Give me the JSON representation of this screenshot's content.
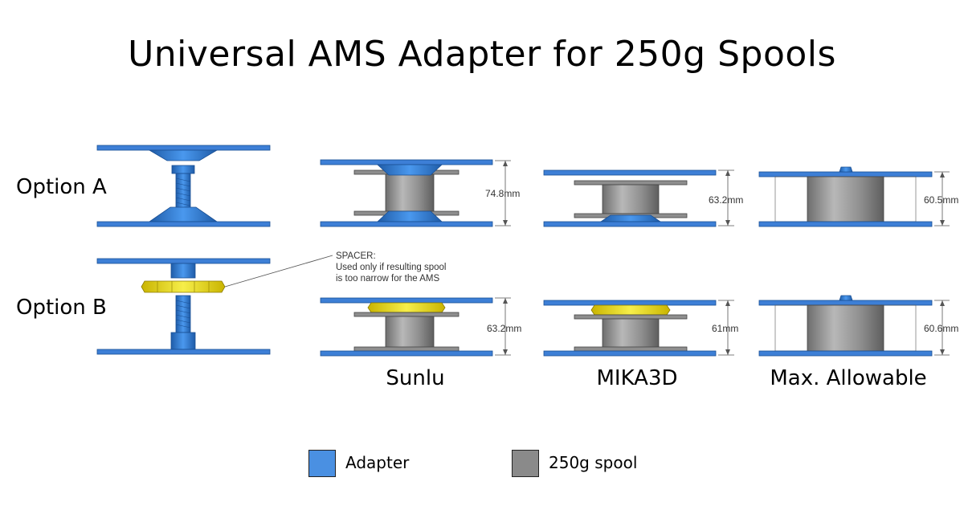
{
  "title": "Universal AMS Adapter for 250g Spools",
  "options": {
    "a": "Option A",
    "b": "Option B"
  },
  "spacer_note": {
    "line1": "SPACER:",
    "line2": "Used only if resulting spool",
    "line3": "is too narrow for the AMS"
  },
  "columns": [
    {
      "label": "Sunlu",
      "dim_a": "74.8mm",
      "dim_b": "63.2mm"
    },
    {
      "label": "MIKA3D",
      "dim_a": "63.2mm",
      "dim_b": "61mm"
    },
    {
      "label": "Max. Allowable",
      "dim_a": "60.5mm",
      "dim_b": "60.6mm"
    }
  ],
  "legend": {
    "adapter": {
      "label": "Adapter",
      "color": "#4a90e2"
    },
    "spool": {
      "label": "250g spool",
      "color": "#8a8a8a"
    }
  },
  "colors": {
    "adapter": "#3d7fd6",
    "adapter_dark": "#1f5ca8",
    "spool": "#8e8e8e",
    "spool_light": "#b5b5b5",
    "spacer": "#f0e030"
  }
}
